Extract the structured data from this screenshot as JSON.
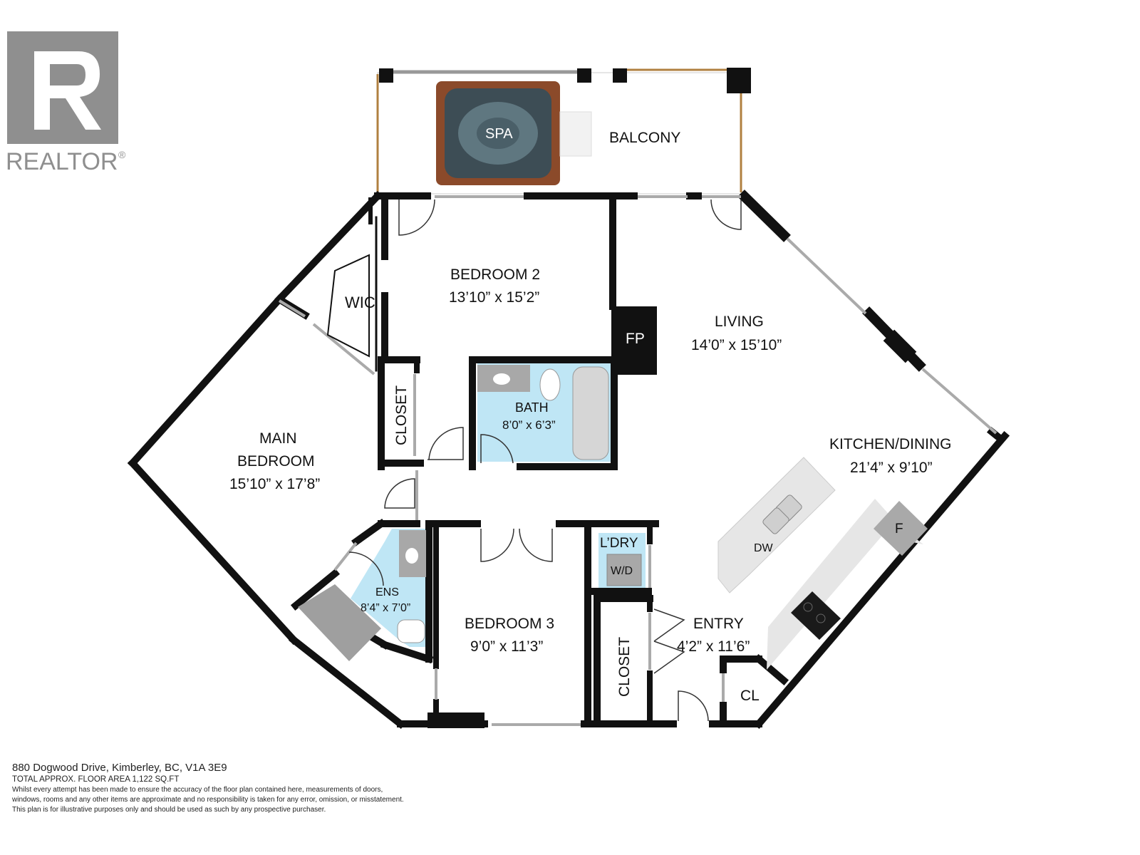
{
  "logo": {
    "text": "REALTOR",
    "mark": "®"
  },
  "rooms": {
    "balcony": {
      "name": "BALCONY"
    },
    "spa": {
      "name": "SPA"
    },
    "wic": {
      "name": "WIC"
    },
    "bedroom2": {
      "name": "BEDROOM 2",
      "size": "13’10” x 15’2”"
    },
    "fp": {
      "name": "FP"
    },
    "living": {
      "name": "LIVING",
      "size": "14’0” x 15’10”"
    },
    "bath": {
      "name": "BATH",
      "size": "8’0” x 6’3”"
    },
    "closet_upper": {
      "name": "CLOSET"
    },
    "main_bedroom": {
      "name_line1": "MAIN",
      "name_line2": "BEDROOM",
      "size": "15’10” x 17’8”"
    },
    "kitchen": {
      "name": "KITCHEN/DINING",
      "size": "21’4” x 9’10”"
    },
    "dw": {
      "name": "DW"
    },
    "fridge": {
      "name": "F"
    },
    "laundry": {
      "name": "L’DRY"
    },
    "wd": {
      "name": "W/D"
    },
    "ensuite": {
      "name": "ENS",
      "size": "8’4” x 7’0”"
    },
    "bedroom3": {
      "name": "BEDROOM 3",
      "size": "9’0” x 11’3”"
    },
    "closet_lower": {
      "name": "CLOSET"
    },
    "entry": {
      "name": "ENTRY",
      "size": "4’2” x 11’6”"
    },
    "cl": {
      "name": "CL"
    }
  },
  "footer": {
    "address": "880 Dogwood Drive, Kimberley, BC, V1A 3E9",
    "area": "TOTAL APPROX. FLOOR AREA 1,122 SQ.FT",
    "disclaimer_1": "Whilst every attempt has been made to ensure the accuracy of the floor plan contained here, measurements of doors,",
    "disclaimer_2": "windows, rooms and any other items are approximate and no responsibility is taken for any error, omission, or misstatement.",
    "disclaimer_3": "This plan is for illustrative purposes only and should be used as such by any prospective purchaser."
  },
  "colors": {
    "wall": "#111111",
    "wet_room": "#bfe6f5",
    "spa_frame": "#8b4a2a",
    "fixture": "#9a9a9a"
  }
}
